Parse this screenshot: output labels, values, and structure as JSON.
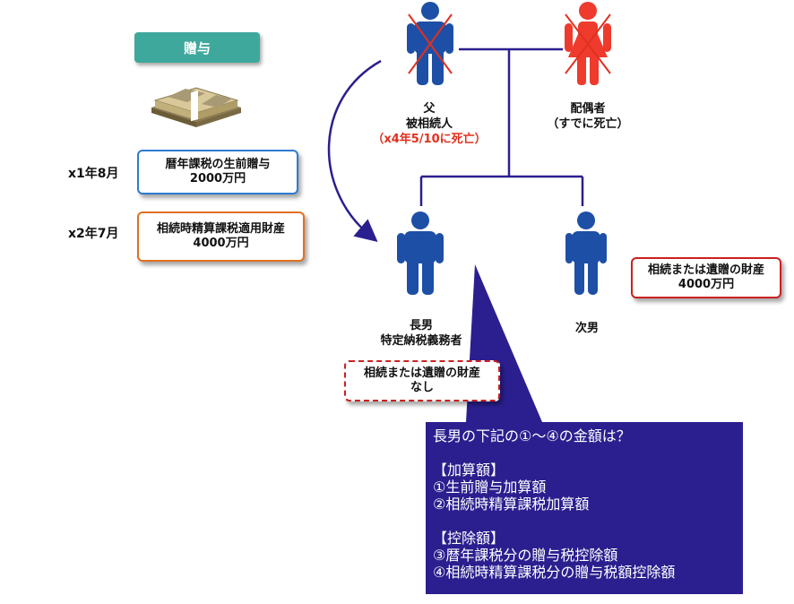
{
  "gift_tag": "贈与",
  "left_column": [
    {
      "date": "x1年8月",
      "line1": "暦年課税の生前贈与",
      "line2": "2000万円",
      "border_color": "#2e7bd0"
    },
    {
      "date": "x2年7月",
      "line1": "相続時精算課税適用財産",
      "line2": "4000万円",
      "border_color": "#e07020"
    }
  ],
  "father": {
    "line1": "父",
    "line2": "被相続人",
    "line3": "（x4年5/10に死亡）"
  },
  "spouse": {
    "line1": "配偶者",
    "line2": "（すでに死亡）"
  },
  "eldest_son": {
    "line1": "長男",
    "line2": "特定納税義務者",
    "box_line1": "相続または遺贈の財産",
    "box_line2": "なし"
  },
  "second_son": {
    "line1": "次男",
    "box_line1": "相続または遺贈の財産",
    "box_line2": "4000万円"
  },
  "question": {
    "title": "長男の下記の①～④の金額は？",
    "section1": "【加算額】",
    "item1": "①生前贈与加算額",
    "item2": "②相続時精算課税加算額",
    "section2": "【控除額】",
    "item3": "③暦年課税分の贈与税控除額",
    "item4": "④相続時精算課税分の贈与税額控除額"
  },
  "colors": {
    "male_figure": "#1e4fa6",
    "female_figure": "#ee3b2e",
    "cross": "#e0301e",
    "tree_line": "#2b1f8f",
    "question_bg": "#2b1f8f",
    "tag_bg": "#3fa89c",
    "dashed_border": "#cc2020",
    "second_son_border": "#cc2020"
  },
  "icons": [
    "money-bundle-icon",
    "father-figure-icon",
    "spouse-figure-icon",
    "eldest-son-figure-icon",
    "second-son-figure-icon"
  ]
}
